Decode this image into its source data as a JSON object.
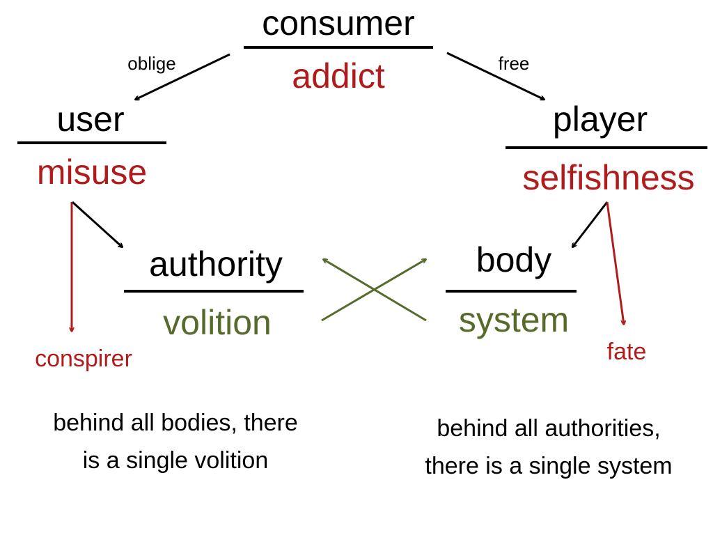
{
  "colors": {
    "black": "#000000",
    "red": "#b01c1c",
    "green": "#566a2c"
  },
  "nodes": {
    "consumer": {
      "top": "consumer",
      "bottom": "addict"
    },
    "user": {
      "top": "user",
      "bottom": "misuse"
    },
    "player": {
      "top": "player",
      "bottom": "selfishness"
    },
    "authority": {
      "top": "authority",
      "bottom": "volition"
    },
    "body": {
      "top": "body",
      "bottom": "system"
    }
  },
  "edge_labels": {
    "oblige": "oblige",
    "free": "free"
  },
  "outcomes": {
    "conspirer": "conspirer",
    "fate": "fate"
  },
  "notes": {
    "left_line1": "behind all bodies, there",
    "left_line2": "is a single volition",
    "right_line1": "behind all authorities,",
    "right_line2": "there is a single system"
  }
}
